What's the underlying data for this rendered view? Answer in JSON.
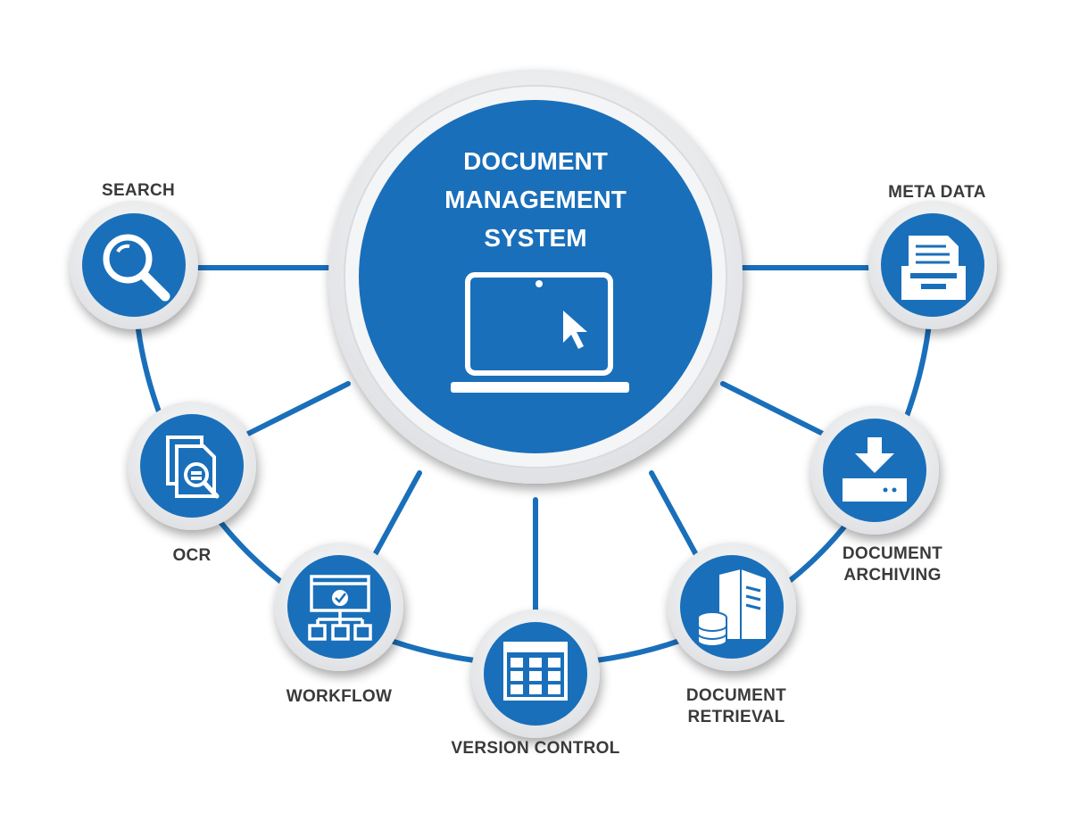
{
  "colors": {
    "brand_blue": "#1a6fba",
    "ring_grey": "#e9eaec",
    "label_grey": "#3a3a3a"
  },
  "center": {
    "title_lines": [
      "DOCUMENT",
      "MANAGEMENT",
      "SYSTEM"
    ],
    "icon": "laptop-cursor-icon"
  },
  "nodes": [
    {
      "key": "search",
      "label_lines": [
        "SEARCH"
      ],
      "icon": "magnifier-icon"
    },
    {
      "key": "ocr",
      "label_lines": [
        "OCR"
      ],
      "icon": "document-scan-icon"
    },
    {
      "key": "workflow",
      "label_lines": [
        "WORKFLOW"
      ],
      "icon": "workflow-icon"
    },
    {
      "key": "version-control",
      "label_lines": [
        "VERSION CONTROL"
      ],
      "icon": "grid-calendar-icon"
    },
    {
      "key": "document-retrieval",
      "label_lines": [
        "DOCUMENT",
        "RETRIEVAL"
      ],
      "icon": "server-database-icon"
    },
    {
      "key": "document-archiving",
      "label_lines": [
        "DOCUMENT",
        "ARCHIVING"
      ],
      "icon": "download-tray-icon"
    },
    {
      "key": "meta-data",
      "label_lines": [
        "META DATA"
      ],
      "icon": "file-drawer-icon"
    }
  ]
}
